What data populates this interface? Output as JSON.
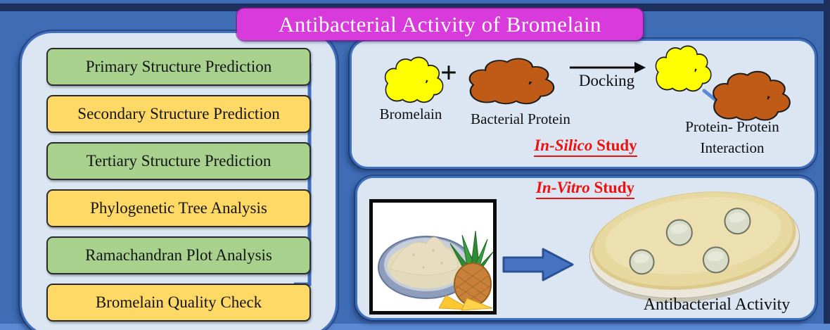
{
  "title": "Antibacterial Activity of Bromelain",
  "left_panel": {
    "steps": [
      {
        "label": "Primary Structure Prediction"
      },
      {
        "label": "Secondary Structure Prediction"
      },
      {
        "label": "Tertiary Structure Prediction"
      },
      {
        "label": "Phylogenetic Tree Analysis"
      },
      {
        "label": "Ramachandran Plot Analysis"
      },
      {
        "label": "Bromelain Quality Check"
      }
    ]
  },
  "in_silico": {
    "input1_label": "Bromelain",
    "plus": "+",
    "input2_label": "Bacterial Protein",
    "process_label": "Docking",
    "output_line1": "Protein- Protein",
    "output_line2": "Interaction",
    "study_name": "In-Silico",
    "study_suffix": " Study"
  },
  "in_vitro": {
    "study_name": "In-Vitro",
    "study_suffix": " Study",
    "output_label": "Antibacterial Activity"
  },
  "colors": {
    "background": "#3E6DB5",
    "navy": "#1D2F5C",
    "panel": "#DBE6F2",
    "panel_border": "#4070C0",
    "green_box": "#A9D18E",
    "yellow_box": "#FFD966",
    "banner": "#D93ADB",
    "red_text": "#EE1111",
    "yellow_cloud": "#FFFF00",
    "brown_cloud": "#C05A17",
    "arrow_blue": "#4674C1"
  }
}
